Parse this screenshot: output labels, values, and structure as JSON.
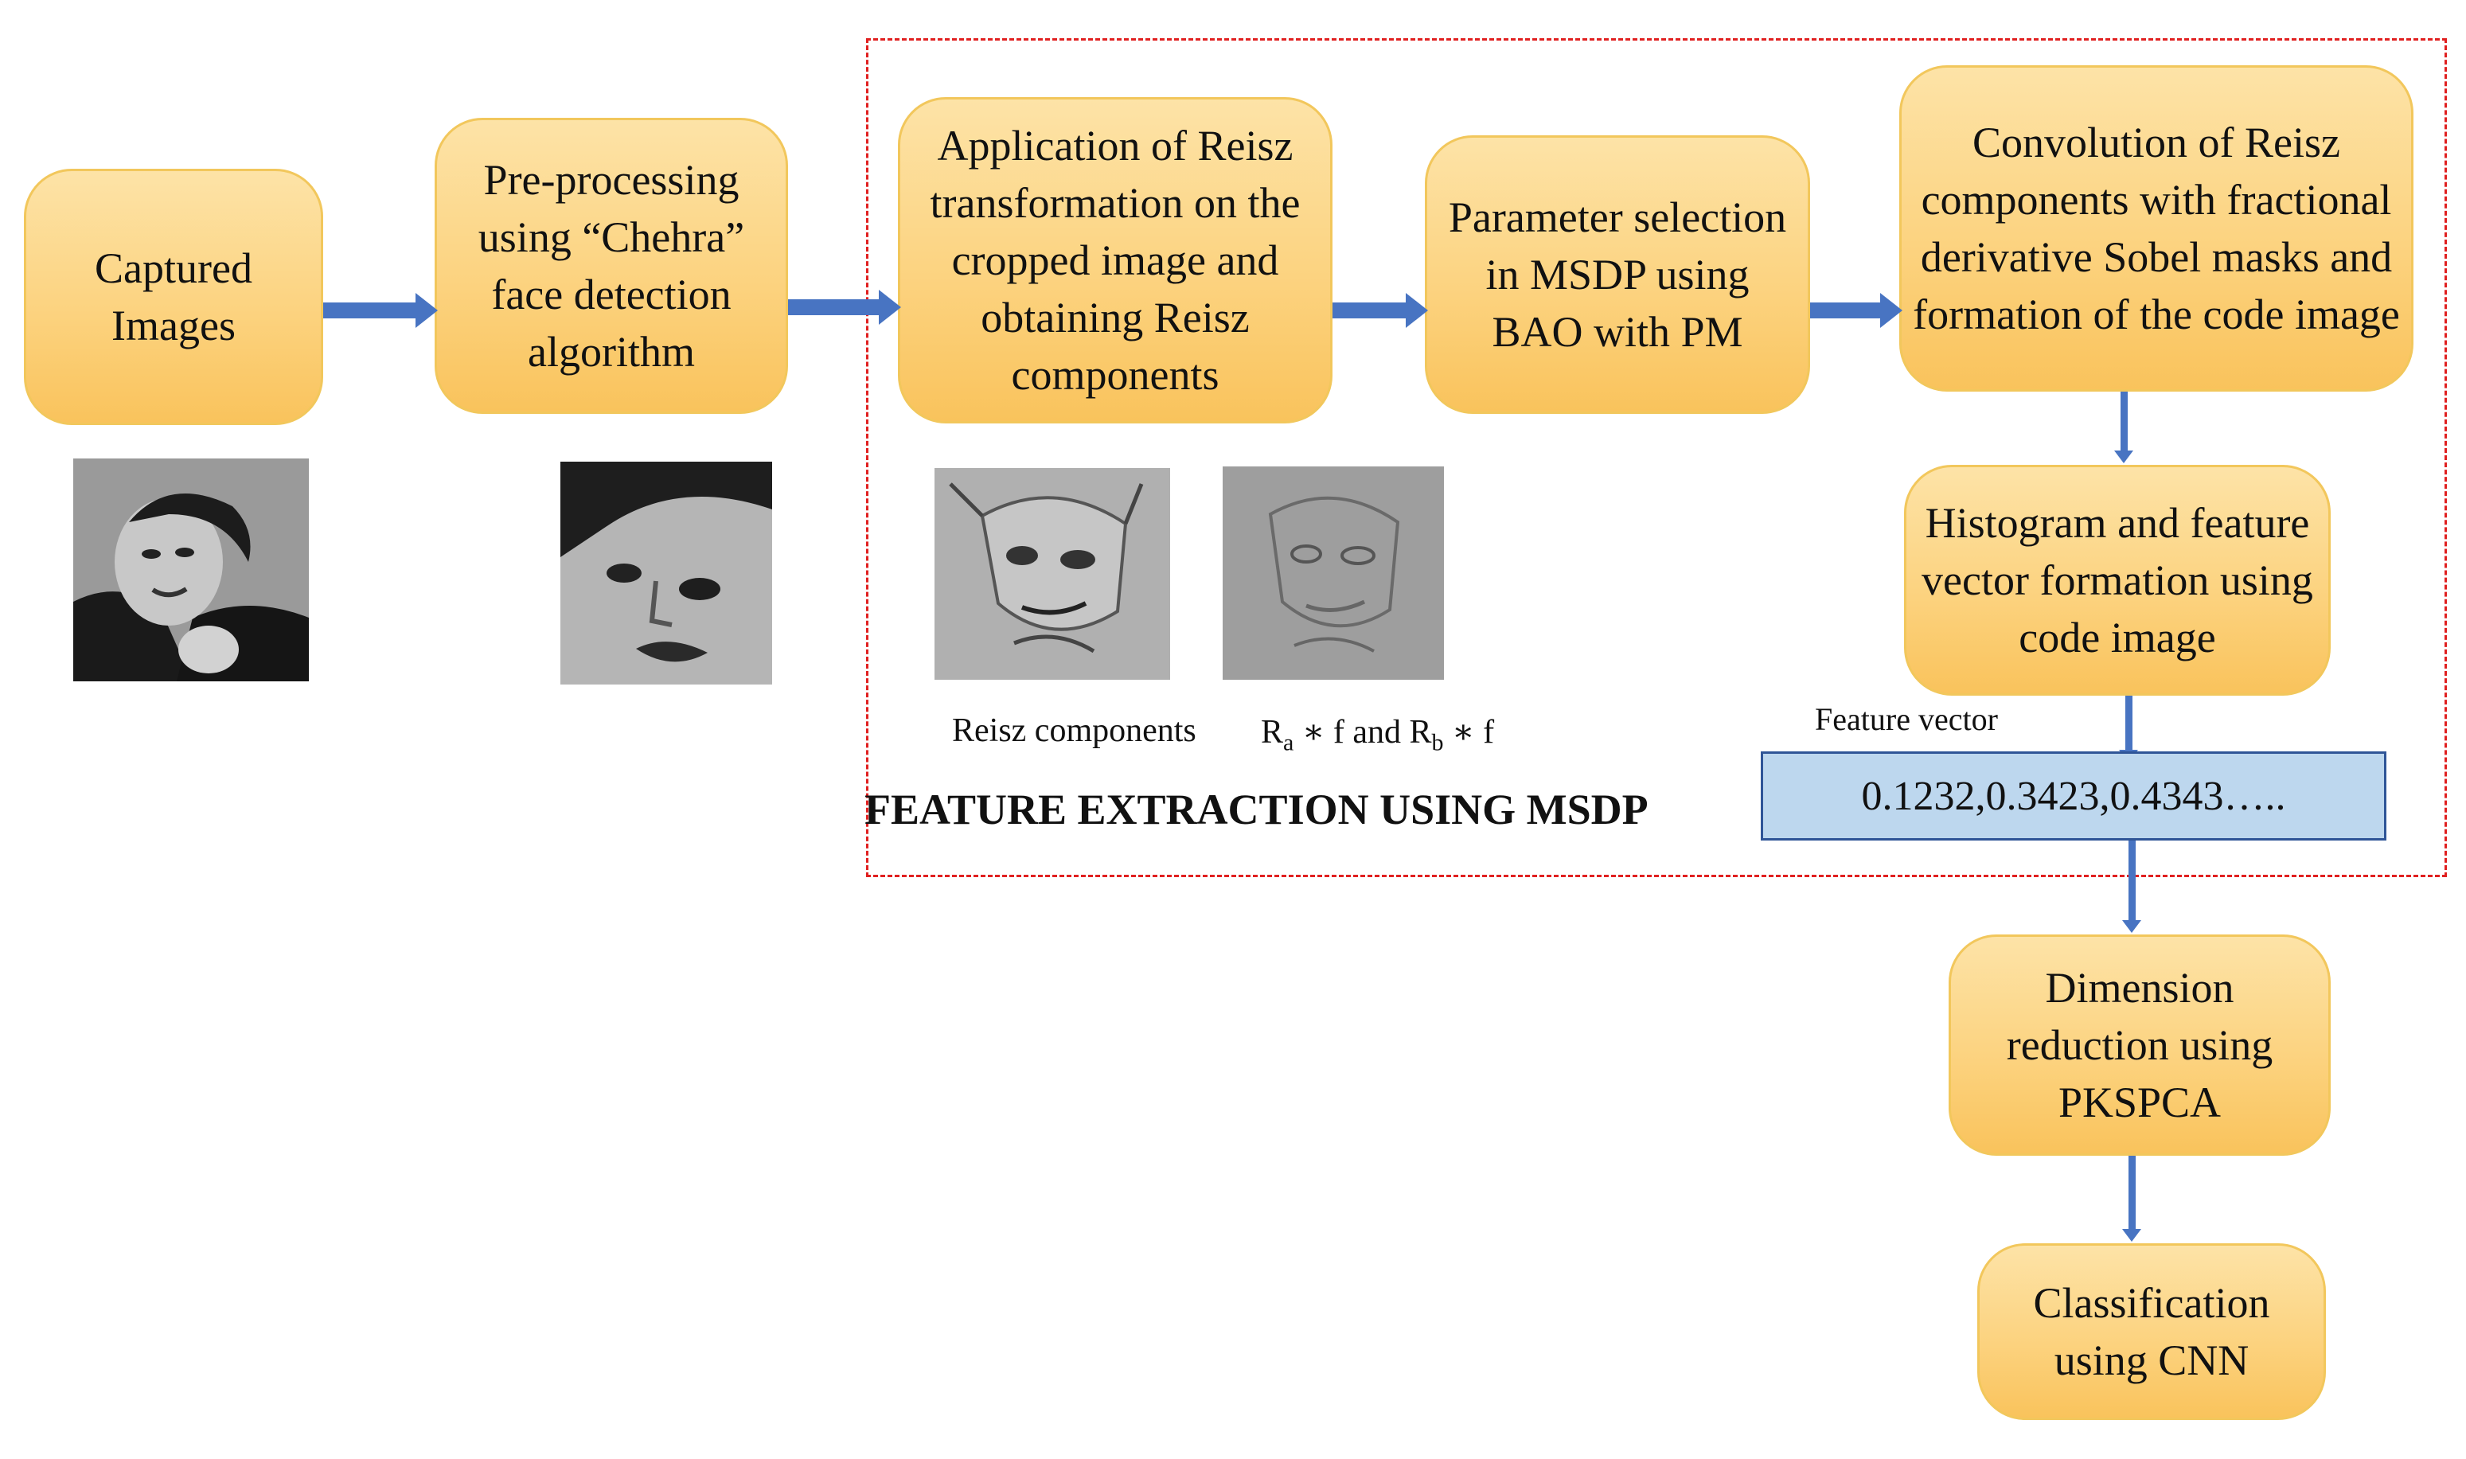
{
  "steps": {
    "captured": "Captured Images",
    "preprocess": "Pre-processing using “Chehra” face detection algorithm",
    "reisz": "Application of Reisz transformation on the cropped image and obtaining Reisz components",
    "param": "Parameter selection in MSDP using BAO with PM",
    "conv": "Convolution of Reisz components with fractional derivative Sobel masks and formation of the code image",
    "hist": "Histogram and feature vector formation using code image",
    "dim": "Dimension reduction using PKSPCA",
    "cls": "Classification using CNN"
  },
  "labels": {
    "reisz_components": "Reisz components",
    "formula_R1": "R",
    "formula_a": "a",
    "formula_mid": " ∗ f and R",
    "formula_b": "b",
    "formula_end": " ∗ f",
    "feature_vector_title": "Feature vector",
    "feature_vector_value": "0.1232,0.3423,0.4343…..",
    "region_title": "FEATURE EXTRACTION USING MSDP"
  },
  "colors": {
    "box_fill": "#fcd380",
    "box_border": "#f2c75c",
    "arrow": "#4874c2",
    "dashed_border": "#e02020",
    "feature_box": "#bdd7ee"
  }
}
